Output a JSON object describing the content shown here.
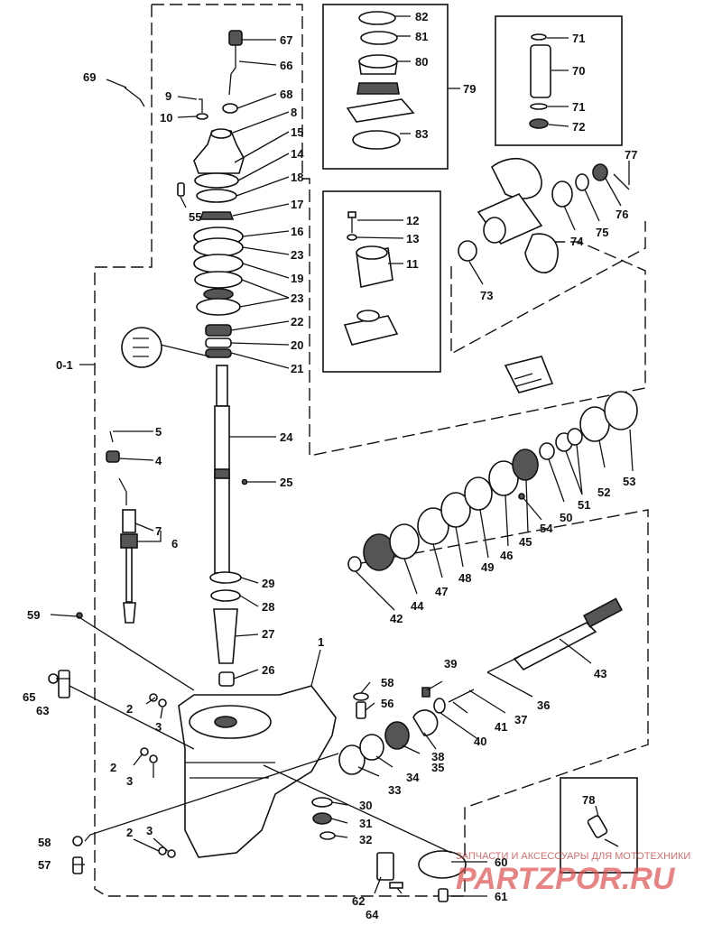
{
  "diagram": {
    "labels": {
      "p67": "67",
      "p66": "66",
      "p69": "69",
      "p9": "9",
      "p68": "68",
      "p10": "10",
      "p8": "8",
      "p15": "15",
      "p14": "14",
      "p18": "18",
      "p55": "55",
      "p17": "17",
      "p16": "16",
      "p23a": "23",
      "p19": "19",
      "p23b": "23",
      "p22": "22",
      "p20": "20",
      "p21": "21",
      "p01": "0-1",
      "p5": "5",
      "p4": "4",
      "p24": "24",
      "p25": "25",
      "p7": "7",
      "p6": "6",
      "p29": "29",
      "p28": "28",
      "p59": "59",
      "p27": "27",
      "p1": "1",
      "p26": "26",
      "p65": "65",
      "p63": "63",
      "p2a": "2",
      "p3a": "3",
      "p58a": "58",
      "p56": "56",
      "p2b": "2",
      "p3b": "3",
      "p33": "33",
      "p34": "34",
      "p35": "35",
      "p30": "30",
      "p31": "31",
      "p2c": "2",
      "p3c": "3",
      "p32": "32",
      "p58b": "58",
      "p57": "57",
      "p62": "62",
      "p64": "64",
      "p60": "60",
      "p61": "61",
      "p82": "82",
      "p81": "81",
      "p80": "80",
      "p79": "79",
      "p83": "83",
      "p71a": "71",
      "p70": "70",
      "p71b": "71",
      "p72": "72",
      "p77": "77",
      "p76": "76",
      "p75": "75",
      "p74": "74",
      "p73": "73",
      "p12": "12",
      "p13": "13",
      "p11": "11",
      "p53": "53",
      "p52": "52",
      "p51": "51",
      "p50": "50",
      "p54": "54",
      "p45": "45",
      "p46": "46",
      "p49": "49",
      "p48": "48",
      "p47": "47",
      "p44": "44",
      "p42": "42",
      "p43": "43",
      "p39": "39",
      "p36": "36",
      "p37": "37",
      "p41": "41",
      "p40": "40",
      "p38": "38",
      "p78": "78"
    },
    "watermark": {
      "caption": "ЗАПЧАСТИ И АКСЕССУАРЫ ДЛЯ МОТОТЕХНИКИ",
      "logo": "PARTZPOR.RU"
    }
  }
}
